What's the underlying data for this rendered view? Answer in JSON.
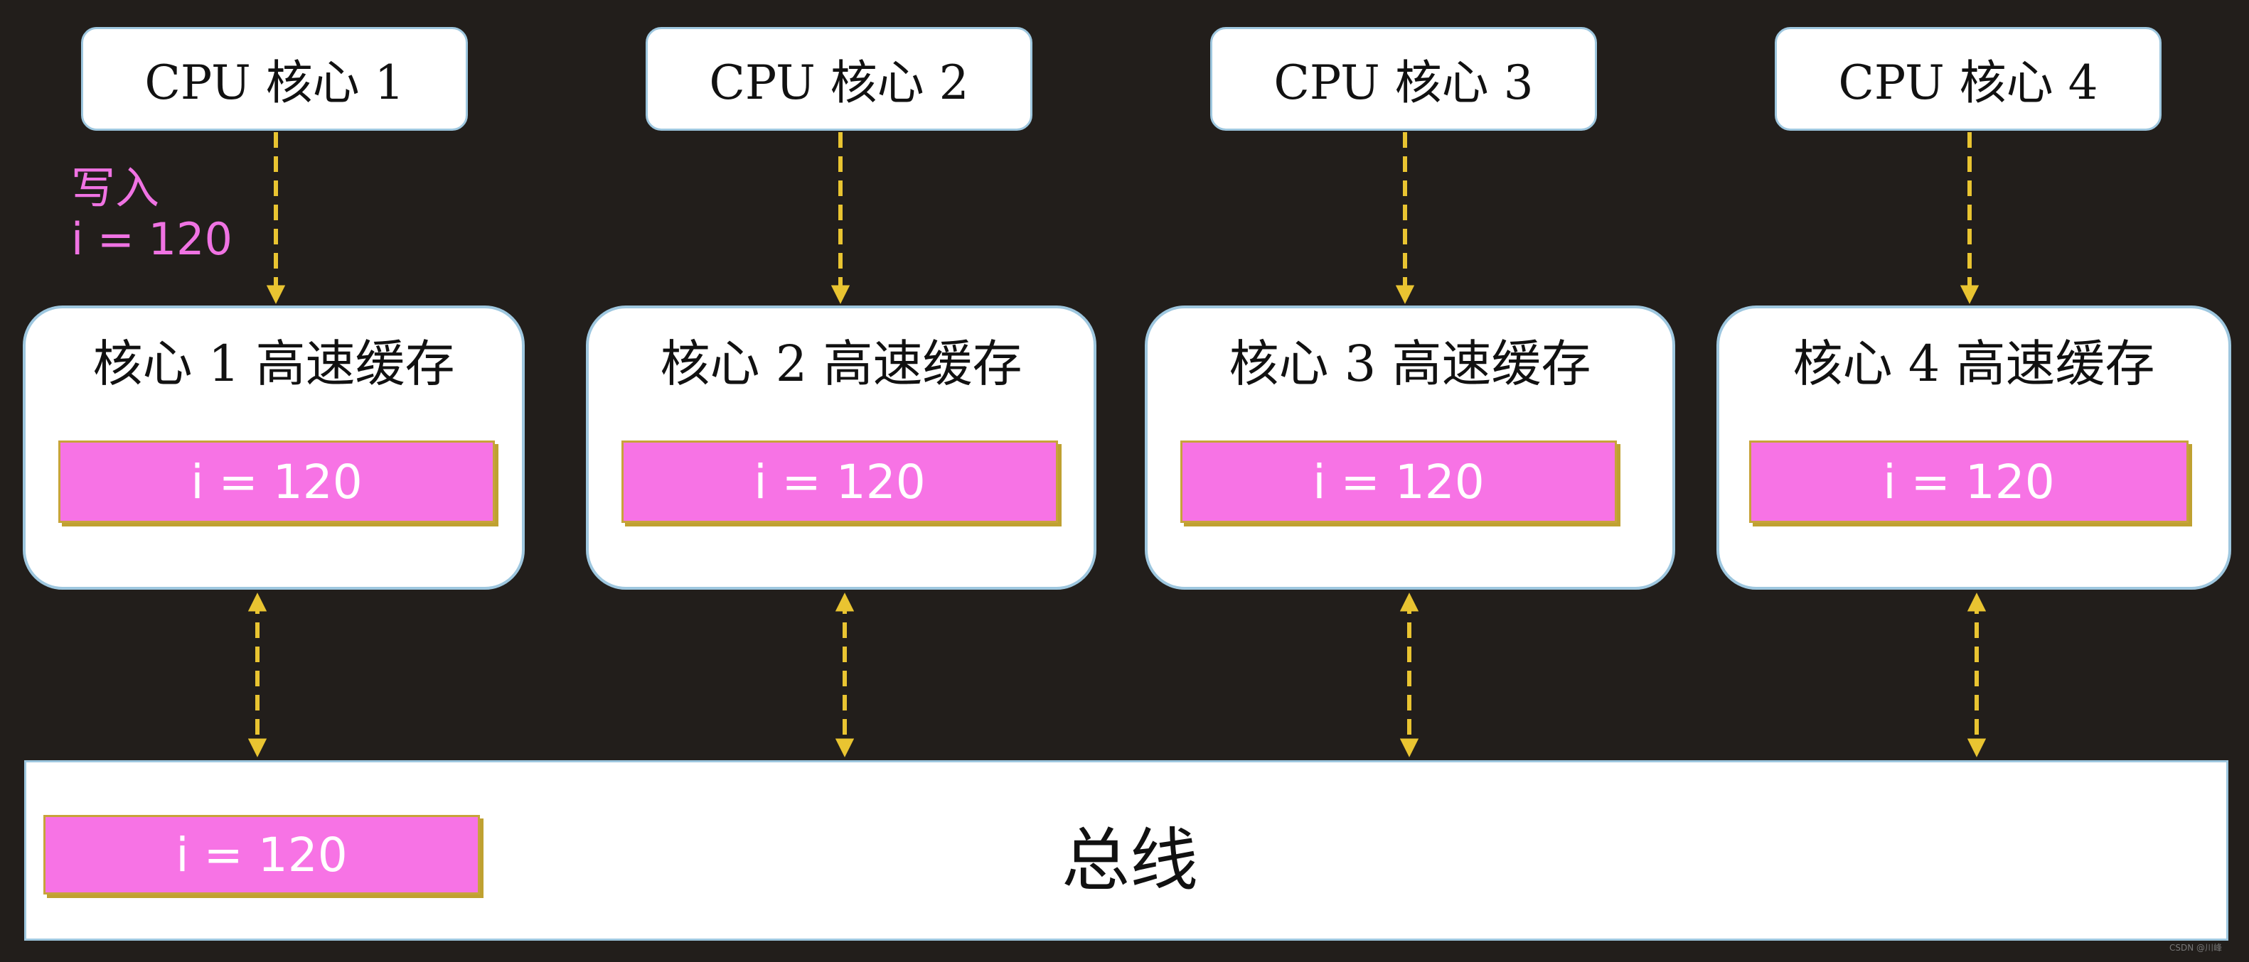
{
  "cores": [
    {
      "cpu_label": "CPU 核心 1",
      "cache_label": "核心 1 高速缓存",
      "cache_value": "i = 120"
    },
    {
      "cpu_label": "CPU 核心 2",
      "cache_label": "核心 2 高速缓存",
      "cache_value": "i = 120"
    },
    {
      "cpu_label": "CPU 核心 3",
      "cache_label": "核心 3 高速缓存",
      "cache_value": "i = 120"
    },
    {
      "cpu_label": "CPU 核心 4",
      "cache_label": "核心 4 高速缓存",
      "cache_value": "i = 120"
    }
  ],
  "write_annotation": {
    "label": "写入",
    "value": "i = 120"
  },
  "bus": {
    "label": "总线",
    "value": "i = 120"
  },
  "watermark": "CSDN @川峰",
  "colors": {
    "background": "#221e1b",
    "box_fill": "#ffffff",
    "box_border": "#9ec7df",
    "value_fill": "#f773e5",
    "value_border": "#c8a33a",
    "arrow": "#e9c431",
    "annotation_text": "#f073e3"
  }
}
